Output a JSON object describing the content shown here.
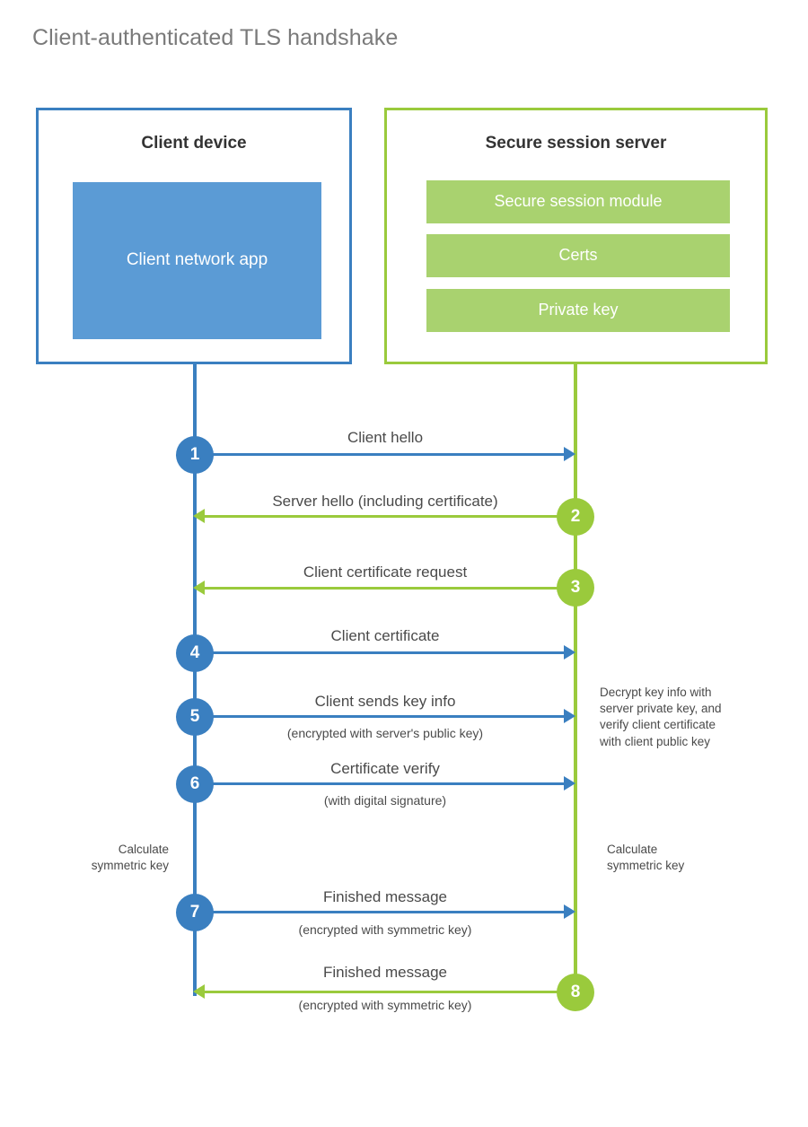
{
  "title": "Client-authenticated TLS handshake",
  "colors": {
    "client_blue": "#3a7fc0",
    "client_app_fill": "#5b9bd5",
    "server_green": "#9aca3c",
    "server_item_fill": "#a9d26f",
    "title_gray": "#7a7a7a",
    "text_gray": "#4a4a4a",
    "background": "#ffffff"
  },
  "actors": {
    "client": {
      "title": "Client device",
      "components": [
        {
          "label": "Client network app"
        }
      ]
    },
    "server": {
      "title": "Secure session server",
      "components": [
        {
          "label": "Secure session module"
        },
        {
          "label": "Certs"
        },
        {
          "label": "Private key"
        }
      ]
    }
  },
  "messages": [
    {
      "number": "1",
      "label": "Client hello",
      "sublabel": "",
      "direction": "client-to-server",
      "color": "blue"
    },
    {
      "number": "2",
      "label": "Server hello (including certificate)",
      "sublabel": "",
      "direction": "server-to-client",
      "color": "green"
    },
    {
      "number": "3",
      "label": "Client certificate request",
      "sublabel": "",
      "direction": "server-to-client",
      "color": "green"
    },
    {
      "number": "4",
      "label": "Client certificate",
      "sublabel": "",
      "direction": "client-to-server",
      "color": "blue"
    },
    {
      "number": "5",
      "label": "Client sends key info",
      "sublabel": "(encrypted with server's public key)",
      "direction": "client-to-server",
      "color": "blue"
    },
    {
      "number": "6",
      "label": "Certificate verify",
      "sublabel": "(with digital signature)",
      "direction": "client-to-server",
      "color": "blue"
    },
    {
      "number": "7",
      "label": "Finished message",
      "sublabel": "(encrypted with symmetric key)",
      "direction": "client-to-server",
      "color": "blue"
    },
    {
      "number": "8",
      "label": "Finished message",
      "sublabel": "(encrypted with symmetric key)",
      "direction": "server-to-client",
      "color": "green"
    }
  ],
  "annotations": {
    "server_decrypt": "Decrypt key info with\nserver private key, and\nverify client certificate\nwith client public key",
    "client_calculate": "Calculate\nsymmetric key",
    "server_calculate": "Calculate\nsymmetric key"
  }
}
